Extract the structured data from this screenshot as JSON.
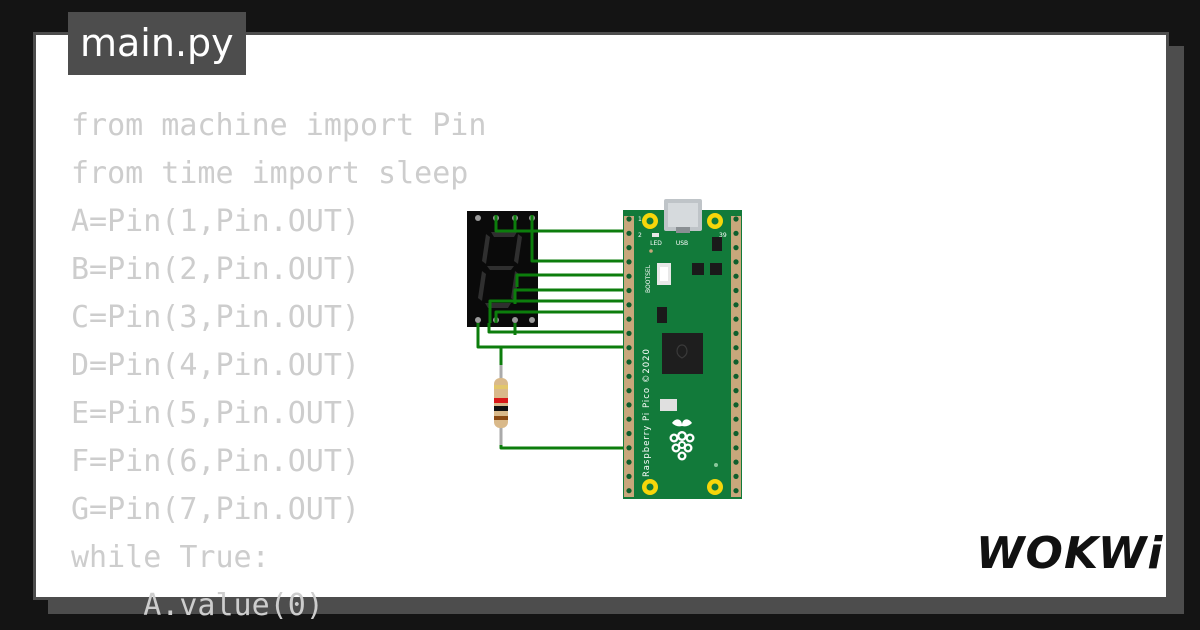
{
  "editor": {
    "filename": "main.py",
    "code_lines": [
      "from machine import Pin",
      "from time import sleep",
      "A=Pin(1,Pin.OUT)",
      "B=Pin(2,Pin.OUT)",
      "C=Pin(3,Pin.OUT)",
      "D=Pin(4,Pin.OUT)",
      "E=Pin(5,Pin.OUT)",
      "F=Pin(6,Pin.OUT)",
      "G=Pin(7,Pin.OUT)",
      "while True:",
      "    A.value(0)"
    ]
  },
  "board": {
    "label": "Raspberry Pi Pico ©2020",
    "led_label": "LED",
    "usb_label": "USB",
    "bootsel_label": "BOOTSEL",
    "pin_1": "1",
    "pin_2": "2",
    "pin_39": "39"
  },
  "brand": {
    "name": "WOKWi"
  },
  "colors": {
    "background": "#141414",
    "card": "#ffffff",
    "frame": "#4d4d4d",
    "code_text": "#cdcdcd",
    "board_green": "#127a3a",
    "wire_green": "#0c7d0c",
    "pad_gold": "#f6d60a"
  }
}
